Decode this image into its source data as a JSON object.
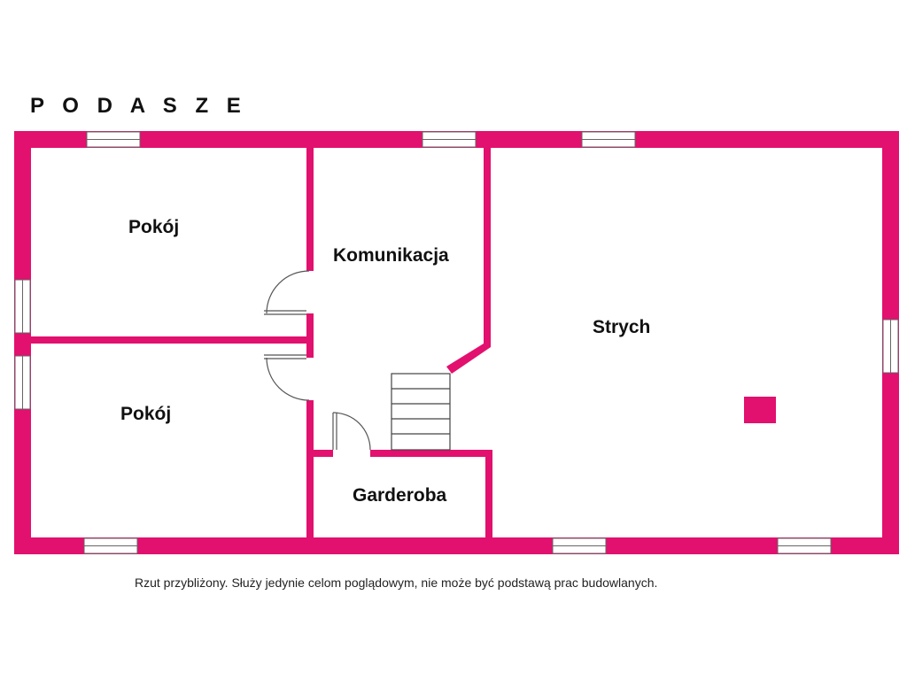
{
  "title": "P O D A S Z E",
  "colors": {
    "wall": "#e2106e",
    "window": "#ffffff",
    "stroke": "#555555"
  },
  "rooms": [
    {
      "id": "pokoj-top",
      "label": "Pokój"
    },
    {
      "id": "komunikacja",
      "label": "Komunikacja"
    },
    {
      "id": "strych",
      "label": "Strych"
    },
    {
      "id": "pokoj-bottom",
      "label": "Pokój"
    },
    {
      "id": "garderoba",
      "label": "Garderoba"
    }
  ],
  "footnote": "Rzut przybliżony. Służy jedynie celom poglądowym, nie może być podstawą prac budowlanych."
}
